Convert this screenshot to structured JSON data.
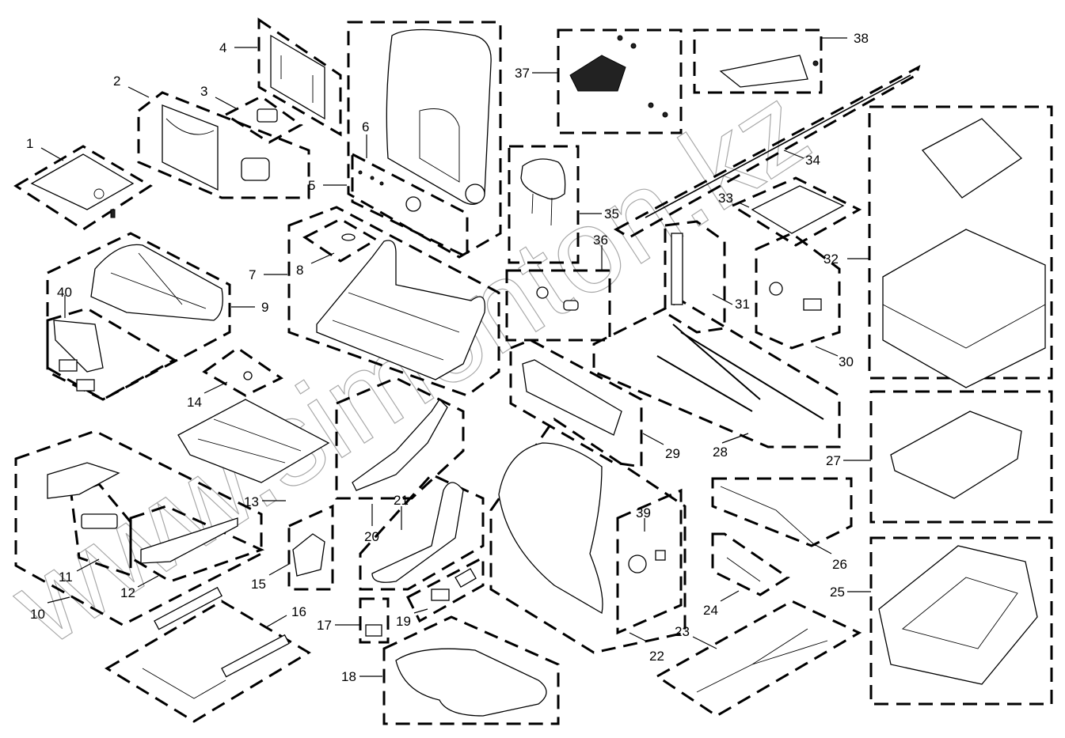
{
  "diagram": {
    "type": "exploded-parts-diagram",
    "subject": "seat assembly",
    "watermark": "www.simonton.kz",
    "callouts": [
      {
        "id": "1",
        "label": "1"
      },
      {
        "id": "2",
        "label": "2"
      },
      {
        "id": "3",
        "label": "3"
      },
      {
        "id": "4",
        "label": "4"
      },
      {
        "id": "5",
        "label": "5"
      },
      {
        "id": "6",
        "label": "6"
      },
      {
        "id": "7",
        "label": "7"
      },
      {
        "id": "8",
        "label": "8"
      },
      {
        "id": "9",
        "label": "9"
      },
      {
        "id": "10",
        "label": "10"
      },
      {
        "id": "11",
        "label": "11"
      },
      {
        "id": "12",
        "label": "12"
      },
      {
        "id": "13",
        "label": "13"
      },
      {
        "id": "14",
        "label": "14"
      },
      {
        "id": "15",
        "label": "15"
      },
      {
        "id": "16",
        "label": "16"
      },
      {
        "id": "17",
        "label": "17"
      },
      {
        "id": "18",
        "label": "18"
      },
      {
        "id": "19",
        "label": "19"
      },
      {
        "id": "20",
        "label": "20"
      },
      {
        "id": "21",
        "label": "21"
      },
      {
        "id": "22",
        "label": "22"
      },
      {
        "id": "23",
        "label": "23"
      },
      {
        "id": "24",
        "label": "24"
      },
      {
        "id": "25",
        "label": "25"
      },
      {
        "id": "26",
        "label": "26"
      },
      {
        "id": "27",
        "label": "27"
      },
      {
        "id": "28",
        "label": "28"
      },
      {
        "id": "29",
        "label": "29"
      },
      {
        "id": "30",
        "label": "30"
      },
      {
        "id": "31",
        "label": "31"
      },
      {
        "id": "32",
        "label": "32"
      },
      {
        "id": "33",
        "label": "33"
      },
      {
        "id": "34",
        "label": "34"
      },
      {
        "id": "35",
        "label": "35"
      },
      {
        "id": "36",
        "label": "36"
      },
      {
        "id": "37",
        "label": "37"
      },
      {
        "id": "38",
        "label": "38"
      },
      {
        "id": "39",
        "label": "39"
      },
      {
        "id": "40",
        "label": "40"
      }
    ]
  }
}
